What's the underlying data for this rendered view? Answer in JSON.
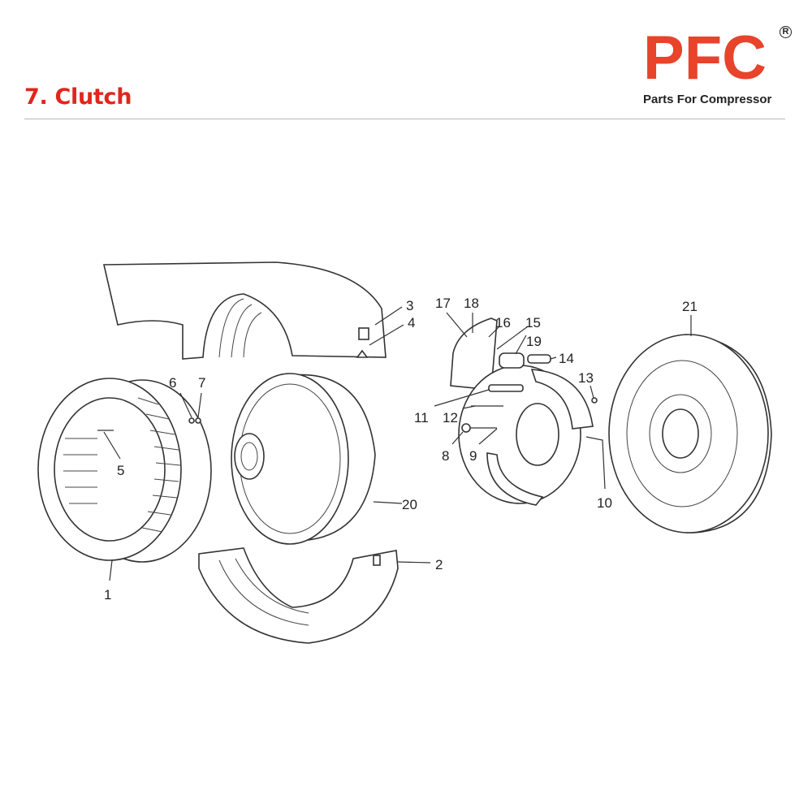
{
  "header": {
    "title": "7. Clutch"
  },
  "logo": {
    "letters": "PFC",
    "registered": "R",
    "tagline": "Parts For Compressor",
    "color": "#e8432b"
  },
  "diagram": {
    "callouts": [
      "1",
      "2",
      "3",
      "4",
      "5",
      "6",
      "7",
      "8",
      "9",
      "10",
      "11",
      "12",
      "13",
      "14",
      "15",
      "16",
      "17",
      "18",
      "19",
      "20",
      "21"
    ]
  }
}
